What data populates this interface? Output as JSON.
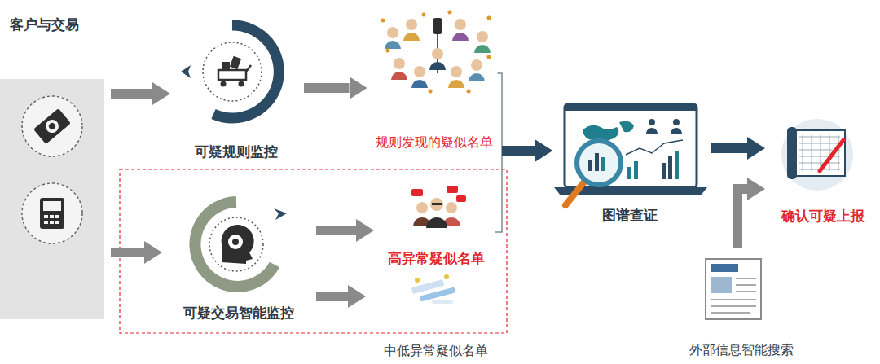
{
  "diagram": {
    "nodes": [
      {
        "text": [
          "客户与交易"
        ]
      },
      {
        "text": [
          "可疑规则监控"
        ]
      },
      {
        "text": [
          "规则发现的疑似名单"
        ]
      },
      {
        "text": [
          "可疑交易智能监控"
        ]
      },
      {
        "text": [
          "高异常疑似名单"
        ]
      },
      {
        "text": [
          "中低异常疑似名单"
        ]
      },
      {
        "text": [
          "图谱查证"
        ]
      },
      {
        "text": [
          "外部信息智能搜索"
        ]
      },
      {
        "text": [
          "确认可疑上报"
        ]
      }
    ],
    "edges": [
      {
        "from": 0,
        "to": 1,
        "arrow": "to"
      },
      {
        "from": 1,
        "to": 2,
        "arrow": "to"
      },
      {
        "from": 0,
        "to": 3,
        "arrow": "to"
      },
      {
        "from": 3,
        "to": 4,
        "arrow": "to"
      },
      {
        "from": 3,
        "to": 5,
        "arrow": "to"
      },
      {
        "from": 2,
        "to": 6,
        "arrow": "to"
      },
      {
        "from": 4,
        "to": 6,
        "arrow": "to"
      },
      {
        "from": 6,
        "to": 8,
        "arrow": "to"
      },
      {
        "from": 7,
        "to": 8,
        "arrow": "to"
      }
    ]
  }
}
